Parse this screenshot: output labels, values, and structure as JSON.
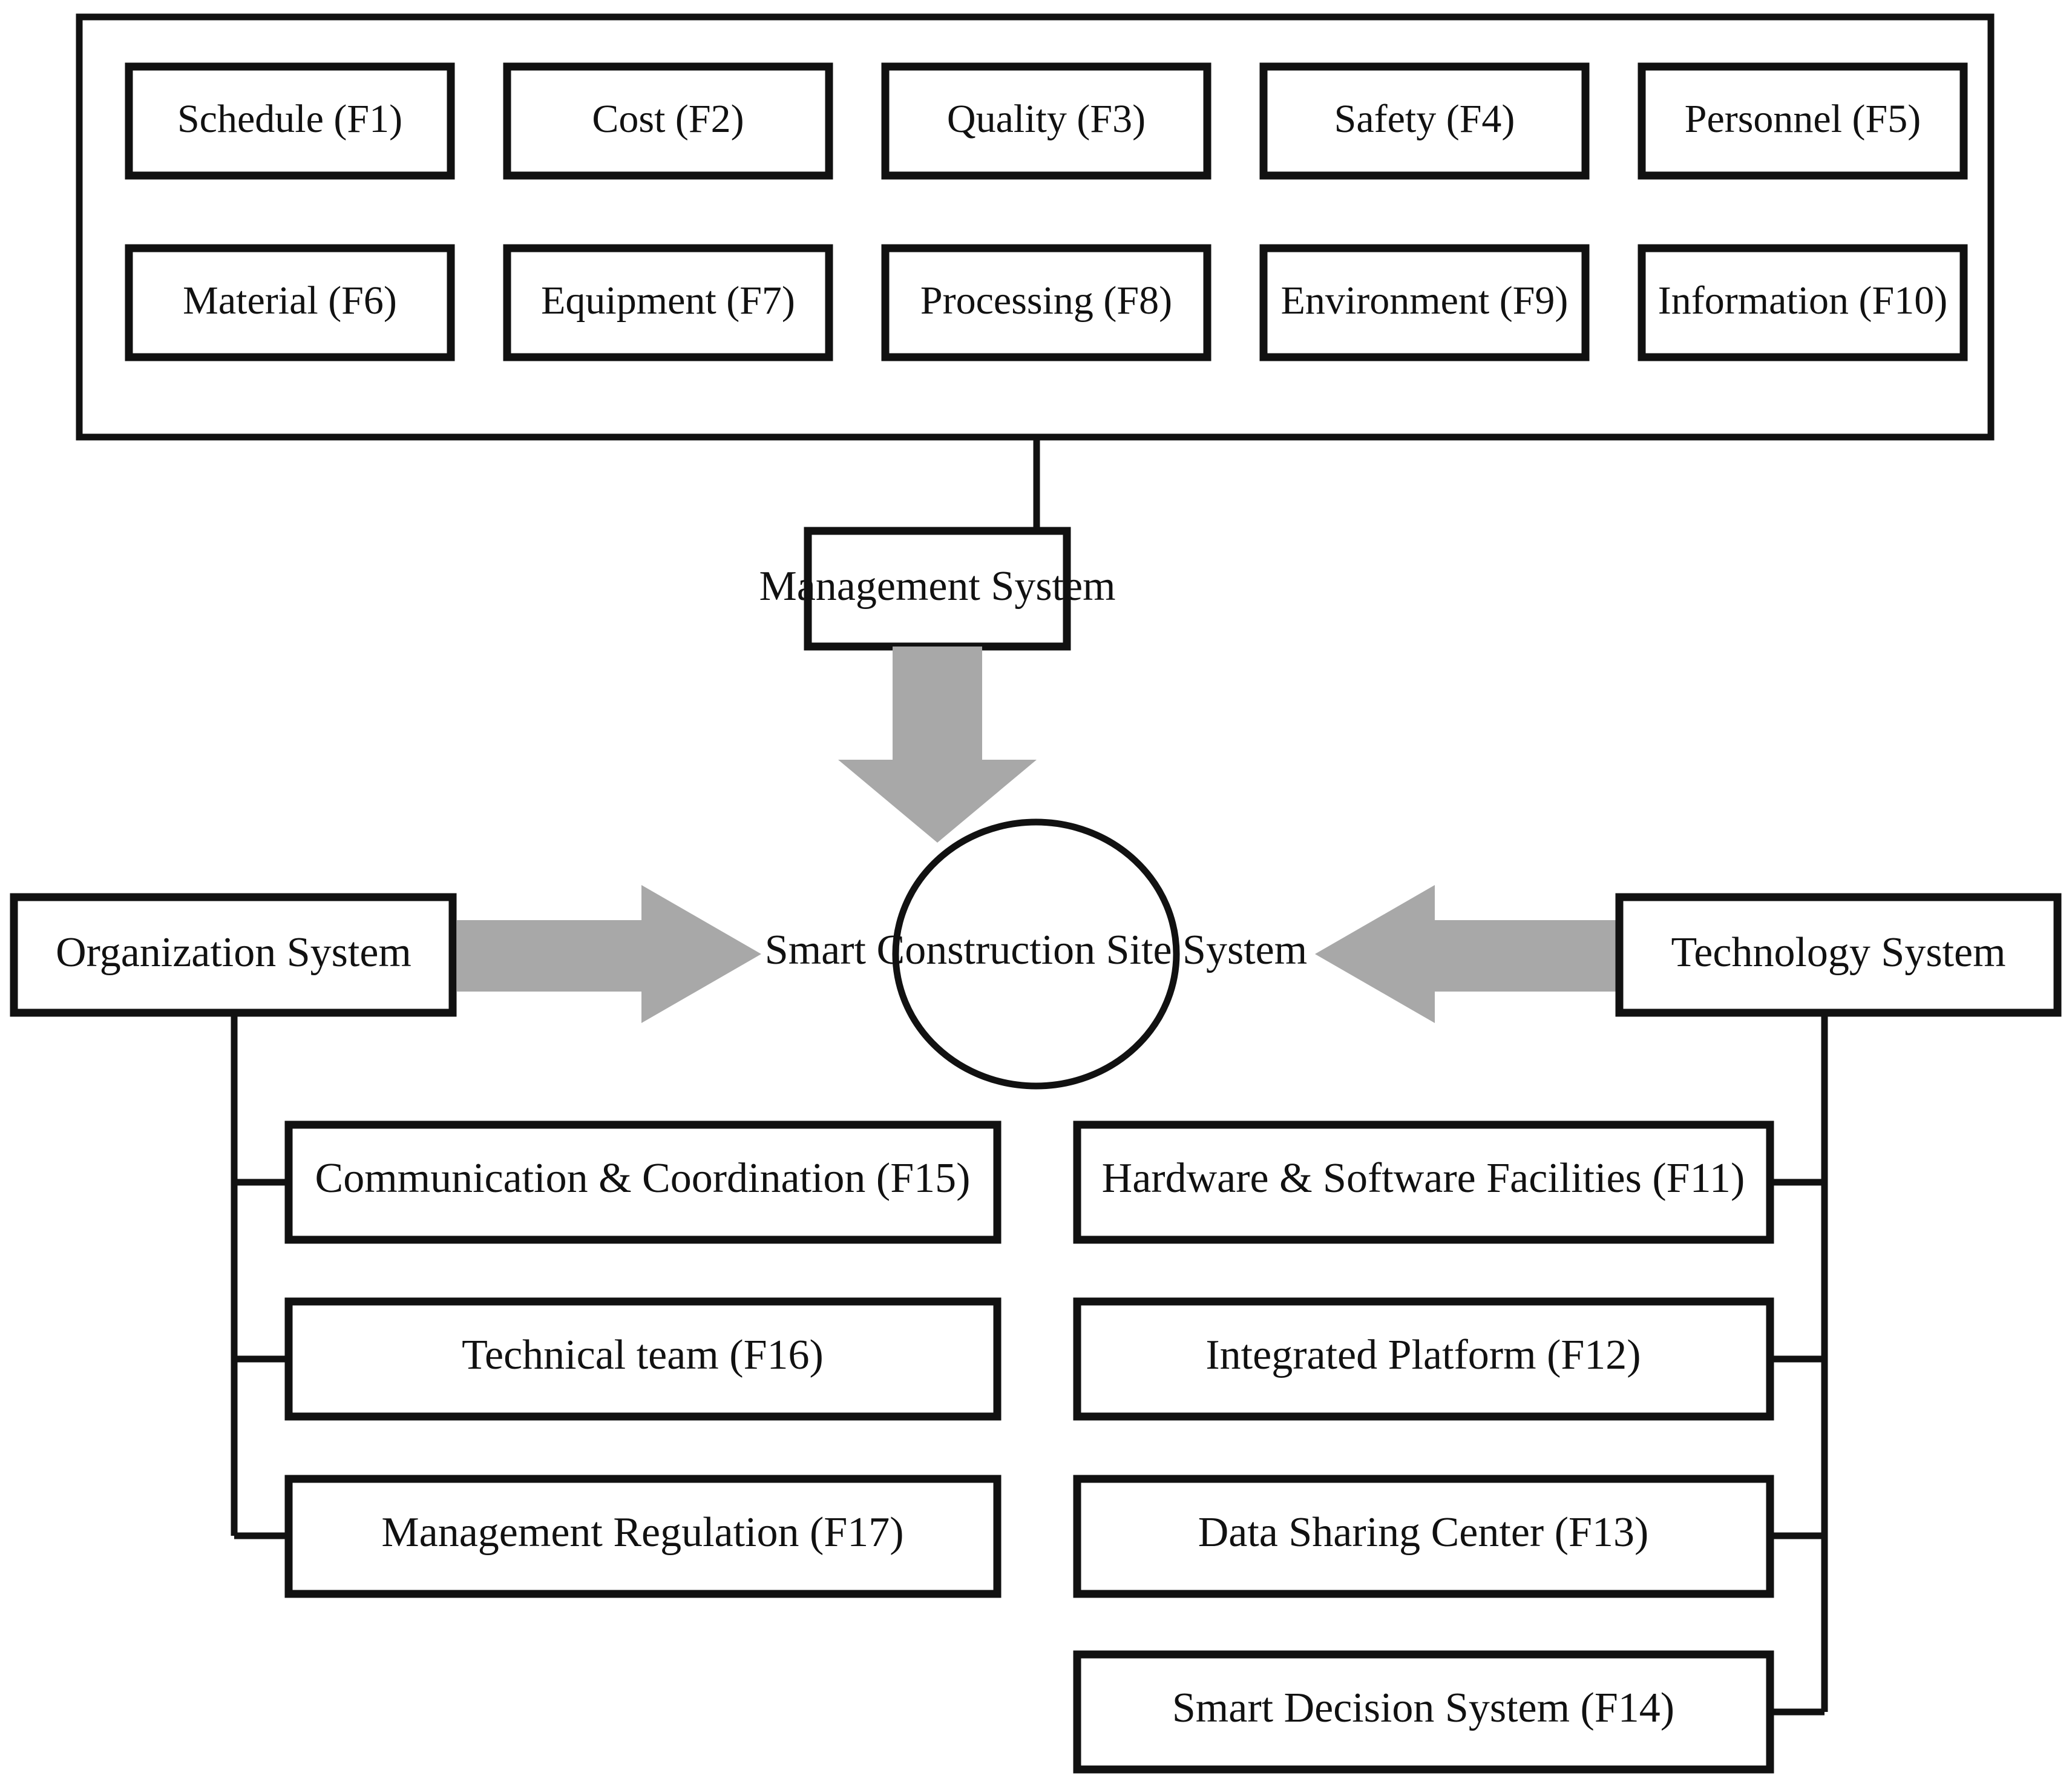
{
  "diagram": {
    "title": "Smart Construction Site System framework",
    "colors": {
      "stroke": "#111111",
      "fill": "#ffffff",
      "arrow": "#a8a8a8"
    },
    "management_group": {
      "name": "management-factor-group",
      "row1": [
        {
          "label": "Schedule (F1)",
          "code": "F1"
        },
        {
          "label": "Cost (F2)",
          "code": "F2"
        },
        {
          "label": "Quality (F3)",
          "code": "F3"
        },
        {
          "label": "Safety (F4)",
          "code": "F4"
        },
        {
          "label": "Personnel (F5)",
          "code": "F5"
        }
      ],
      "row2": [
        {
          "label": "Material (F6)",
          "code": "F6"
        },
        {
          "label": "Equipment (F7)",
          "code": "F7"
        },
        {
          "label": "Processing (F8)",
          "code": "F8"
        },
        {
          "label": "Environment (F9)",
          "code": "F9"
        },
        {
          "label": "Information (F10)",
          "code": "F10"
        }
      ]
    },
    "management_system": {
      "label": "Management System"
    },
    "core": {
      "label": "Smart Construction Site System"
    },
    "organization_system": {
      "label": "Organization System"
    },
    "technology_system": {
      "label": "Technology System"
    },
    "organization_children": [
      {
        "label": "Communication & Coordination (F15)",
        "code": "F15"
      },
      {
        "label": "Technical team (F16)",
        "code": "F16"
      },
      {
        "label": "Management Regulation (F17)",
        "code": "F17"
      }
    ],
    "technology_children": [
      {
        "label": "Hardware & Software Facilities (F11)",
        "code": "F11"
      },
      {
        "label": "Integrated Platform (F12)",
        "code": "F12"
      },
      {
        "label": "Data Sharing Center (F13)",
        "code": "F13"
      },
      {
        "label": "Smart Decision System (F14)",
        "code": "F14"
      }
    ]
  }
}
